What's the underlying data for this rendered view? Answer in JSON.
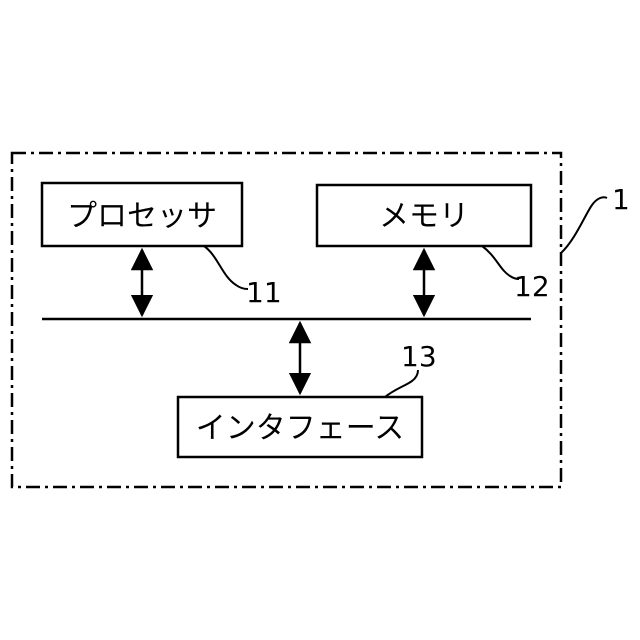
{
  "figure": {
    "device_ref": "1",
    "blocks": {
      "processor": {
        "label": "プロセッサ",
        "ref": "11"
      },
      "memory": {
        "label": "メモリ",
        "ref": "12"
      },
      "interface": {
        "label": "インタフェース",
        "ref": "13"
      }
    }
  }
}
